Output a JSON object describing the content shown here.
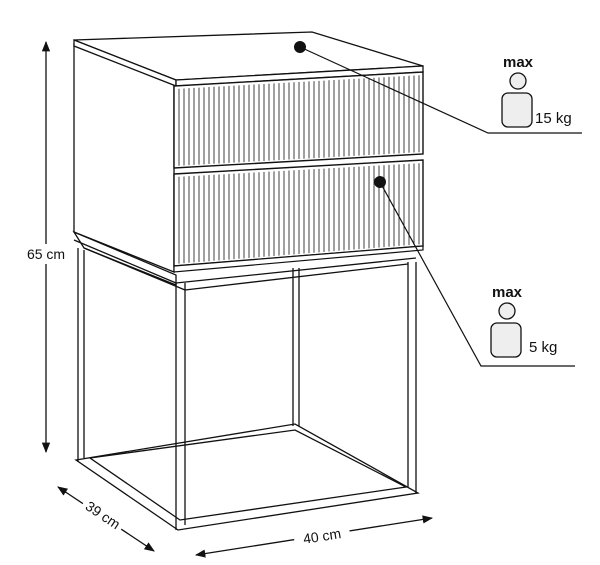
{
  "dimensions": {
    "height": "65 cm",
    "depth": "39 cm",
    "width": "40 cm"
  },
  "load_limits": {
    "top": {
      "label": "max",
      "value": "15 kg",
      "icon": "weight-icon"
    },
    "drawer": {
      "label": "max",
      "value": "5 kg",
      "icon": "weight-icon"
    }
  },
  "colors": {
    "line": "#111111",
    "fill": "#ffffff",
    "weight_fill": "#eeeeee"
  }
}
